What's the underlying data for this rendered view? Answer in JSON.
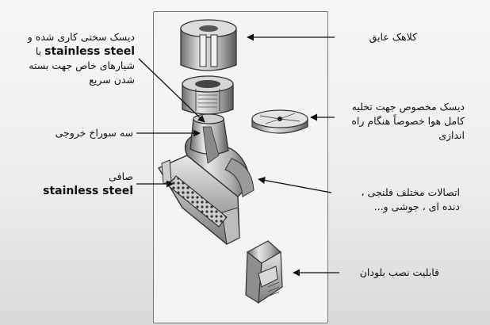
{
  "labels": {
    "disc": {
      "line1": "دیسک سختی کاری شده و",
      "line2_en": "stainless steel",
      "line2_fa": "با",
      "line3": "شیارهای خاص جهت بسته",
      "line4": "شدن سریع"
    },
    "outlets": "سه سوراخ خروجی",
    "strainer": {
      "line1": "صافی",
      "line2_en": "stainless steel"
    },
    "cap": "کلاهک عایق",
    "vent_disc": {
      "line1": "دیسک مخصوص جهت تخلیه",
      "line2": "کامل هوا خصوصاً هنگام راه",
      "line3": "اندازی"
    },
    "connections": {
      "line1": "اتصالات مختلف فلنجی ،",
      "line2": "دنده ای ، جوشی و..."
    },
    "bolt": "قابلیت نصب بلودان"
  },
  "colors": {
    "ink": "#111111",
    "metal_light": "#e2e2e2",
    "metal_mid": "#b5b5b5",
    "metal_dark": "#5a5a5a"
  }
}
